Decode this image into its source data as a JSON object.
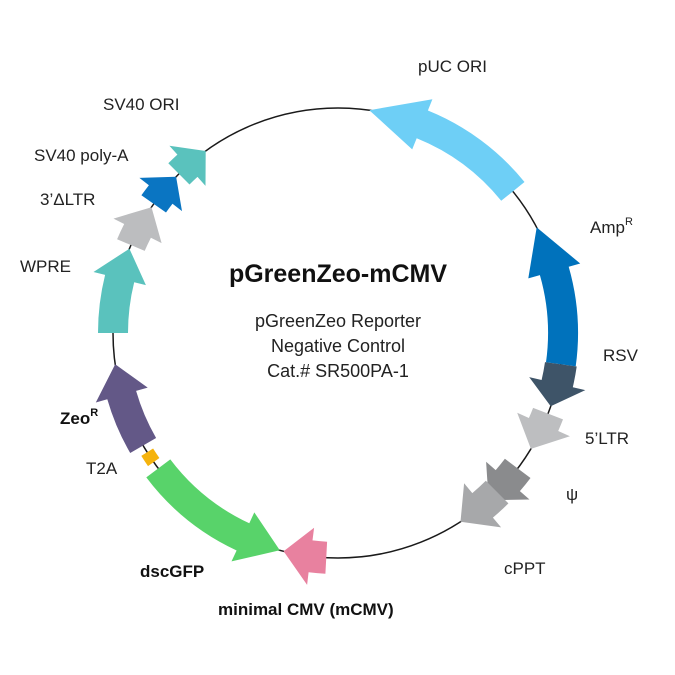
{
  "title": "pGreenZeo-mCMV",
  "subtitle": [
    "pGreenZeo Reporter",
    "Negative Control",
    "Cat.# SR500PA-1"
  ],
  "features": [
    {
      "id": "puc-ori",
      "label": "pUC ORI",
      "color": "#6ecff6"
    },
    {
      "id": "amp",
      "label": "Amp",
      "sup": "R",
      "color": "#0072bc"
    },
    {
      "id": "rsv",
      "label": "RSV",
      "color": "#3e5468"
    },
    {
      "id": "ltr5",
      "label": "5’LTR",
      "color": "#bdbec0"
    },
    {
      "id": "psi",
      "label": "ψ",
      "color": "#8a8b8d"
    },
    {
      "id": "cppt",
      "label": "cPPT",
      "color": "#a7a8aa"
    },
    {
      "id": "mcmv",
      "label": "minimal CMV (mCMV)",
      "color": "#e8819f"
    },
    {
      "id": "dscgfp",
      "label": "dscGFP",
      "color": "#58d36a"
    },
    {
      "id": "t2a",
      "label": "T2A",
      "color": "#f5b30d"
    },
    {
      "id": "zeo",
      "label": "Zeo",
      "sup": "R",
      "color": "#635887"
    },
    {
      "id": "wpre",
      "label": "WPRE",
      "color": "#5ac2bd"
    },
    {
      "id": "ltr3",
      "label": "3’ΔLTR",
      "color": "#bcbdbf"
    },
    {
      "id": "sv40-polya",
      "label": "SV40 poly-A",
      "color": "#0a75c2"
    },
    {
      "id": "sv40-ori",
      "label": "SV40 ORI",
      "color": "#5ac2bd"
    }
  ]
}
